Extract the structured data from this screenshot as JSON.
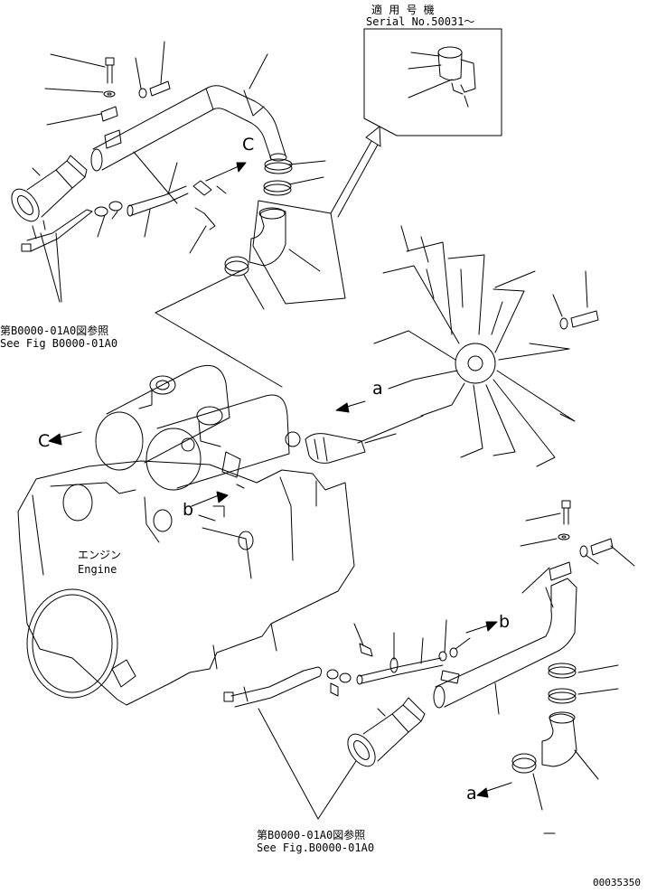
{
  "serial_box": {
    "title_jp": "適 用 号 機",
    "title_en": "Serial No.50031～"
  },
  "references": {
    "top_jp": "第B0000-01A0図参照",
    "top_en": "See Fig B0000-01A0",
    "bottom_jp": "第B0000-01A0図参照",
    "bottom_en": "See Fig.B0000-01A0"
  },
  "engine": {
    "label_jp": "エンジン",
    "label_en": "Engine"
  },
  "arrows": {
    "c_top": "C",
    "c_left": "C",
    "a_mid": "a",
    "b_mid": "b",
    "b_right": "b",
    "a_bottom": "a"
  },
  "doc_number": "00035350"
}
